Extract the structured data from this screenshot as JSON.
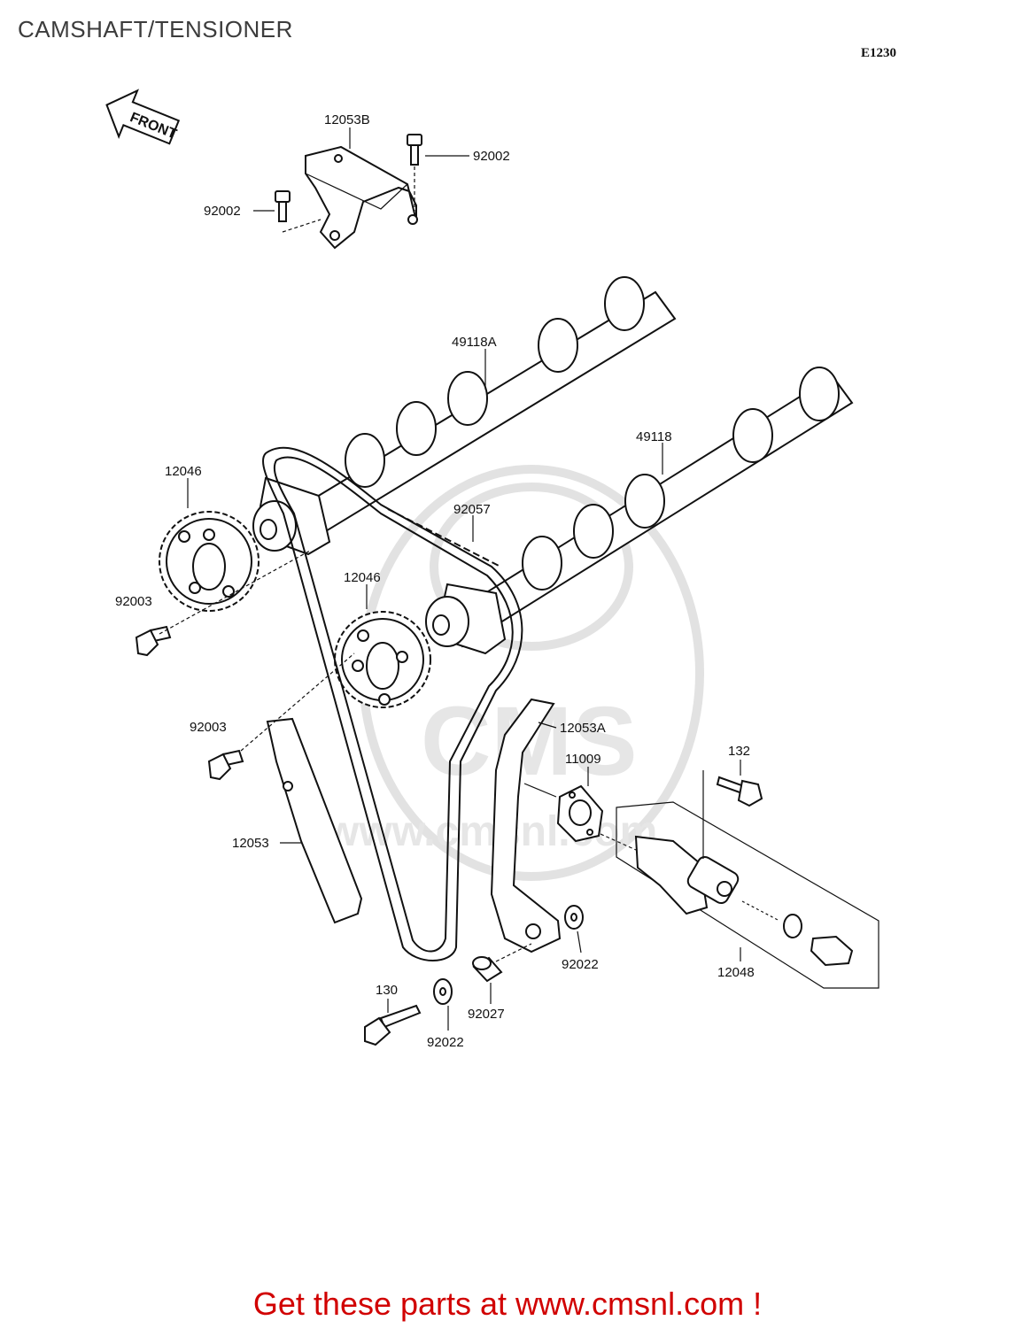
{
  "header": {
    "title": "CAMSHAFT/TENSIONER",
    "figure_code": "E1230"
  },
  "direction_arrow": {
    "label": "FRONT"
  },
  "watermark": {
    "text": "www.cmsnl.com",
    "logo_text": "CMS"
  },
  "callouts": {
    "bracket": "12053B",
    "bolt_top_right": "92002",
    "bolt_top_left": "92002",
    "camshaft_upper": "49118A",
    "camshaft_lower": "49118",
    "sprocket_left": "12046",
    "sprocket_center": "12046",
    "chain": "92057",
    "bolt_sprocket_left": "92003",
    "bolt_sprocket_center": "92003",
    "guide_tensioner": "12053A",
    "gasket": "11009",
    "bolt_132": "132",
    "guide_front": "12053",
    "tensioner_assy": "12048",
    "washer_right": "92022",
    "collar": "92027",
    "bolt_130": "130",
    "washer_bottom": "92022"
  },
  "footer": {
    "text": "Get these parts at www.cmsnl.com !",
    "color": "#d10000"
  }
}
